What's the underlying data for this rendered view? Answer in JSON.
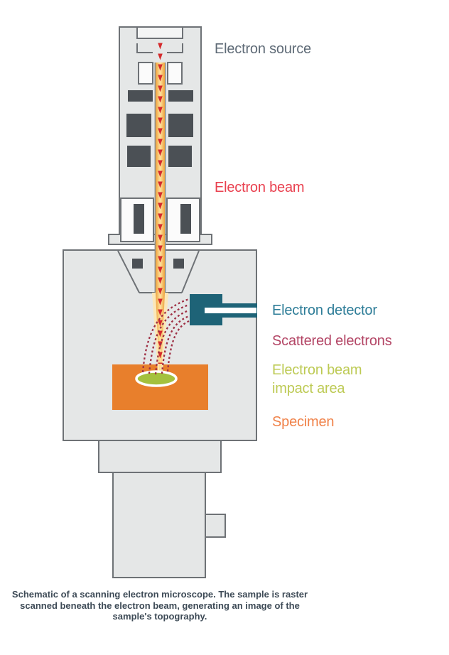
{
  "diagram": {
    "title_implicit": "Scanning electron microscope schematic",
    "labels": {
      "electron_source": "Electron source",
      "electron_beam": "Electron beam",
      "electron_detector": "Electron detector",
      "scattered_electrons": "Scattered electrons",
      "impact_area": "Electron beam impact area",
      "specimen": "Specimen"
    },
    "label_colors": {
      "electron_source": "#5e6a76",
      "electron_beam": "#e9404f",
      "electron_detector": "#2e7d98",
      "scattered_electrons": "#b34565",
      "impact_area": "#bdca54",
      "specimen": "#f08249"
    },
    "shape_colors": {
      "housing_fill": "#e5e7e7",
      "housing_border": "#6e7276",
      "lens_dark": "#4b5055",
      "beam_edge": "#eda23c",
      "beam_center": "#ffe3a0",
      "beam_glow": "#fbe7b8",
      "arrow_red": "#d42a2c",
      "detector_teal": "#1e6377",
      "specimen_orange": "#e87f2c",
      "impact_green": "#a4c13d",
      "scatter_maroon": "#9e2f44"
    },
    "caption": "Schematic of a scanning electron microscope. The sample is raster scanned beneath the electron beam, generating an image of the sample's topography."
  }
}
